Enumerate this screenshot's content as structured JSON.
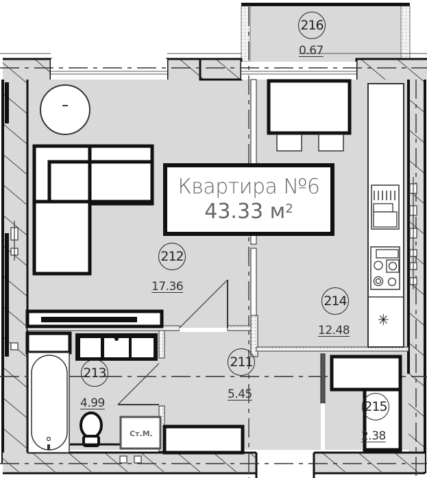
{
  "apartment": {
    "title": "Квартира №6",
    "total_area_value": "43.33",
    "total_area_unit": "м",
    "total_area_superscript": "2"
  },
  "rooms": [
    {
      "id": "212",
      "area": "17.36",
      "type": "living-room"
    },
    {
      "id": "211",
      "area": "5.45",
      "type": "hallway"
    },
    {
      "id": "213",
      "area": "4.99",
      "type": "bathroom"
    },
    {
      "id": "214",
      "area": "12.48",
      "type": "kitchen"
    },
    {
      "id": "215",
      "area": "2.38",
      "type": "storage"
    },
    {
      "id": "216",
      "area": "0.67",
      "type": "balcony"
    }
  ],
  "fixtures": {
    "washing_machine_label": "Ст.М.",
    "fridge_symbol": "✳"
  },
  "colors": {
    "floor": "#d9d9d9",
    "wall_line": "#111111",
    "hatch": "#222222",
    "furniture_fill": "#ffffff",
    "label_text": "#666666"
  }
}
